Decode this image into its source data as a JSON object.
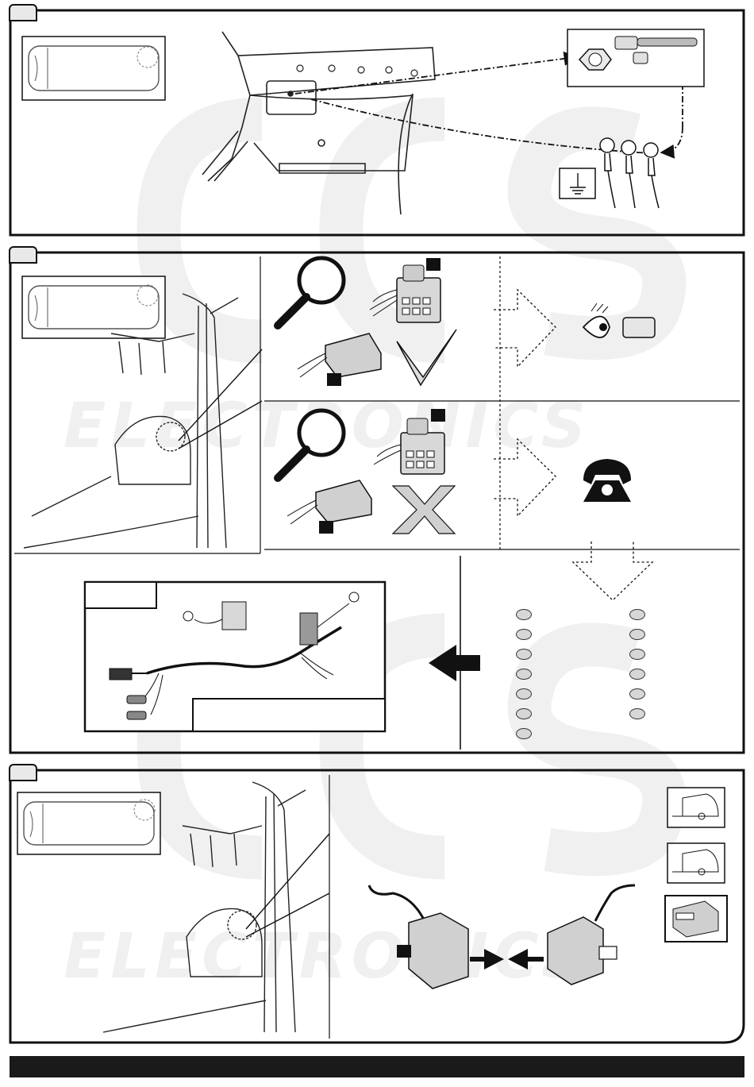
{
  "document": {
    "steps": [
      {
        "id": "step-1",
        "badge": "",
        "description": ""
      },
      {
        "id": "step-2",
        "badge": "",
        "description": ""
      },
      {
        "id": "step-3",
        "badge": "",
        "description": ""
      }
    ],
    "icons": {
      "ground": "ground-symbol-icon",
      "tools": "ratchet-nut-socket-icon",
      "magnifier": "magnifying-glass-icon",
      "check": "check-mark-icon",
      "cross": "cross-mark-icon",
      "eye": "eye-icon",
      "phone": "telephone-icon",
      "arrow": "left-arrow-icon",
      "control_module": "control-module-icon",
      "trailer": "trailer-icon"
    },
    "watermark": {
      "logo": "ECS",
      "text": "ELECTRONICS"
    },
    "colors": {
      "frame": "#111111",
      "fill": "#e9e9e9",
      "footer": "#1a1a1a",
      "watermark": "#f0f0f0"
    },
    "footer": {
      "text": ""
    }
  }
}
